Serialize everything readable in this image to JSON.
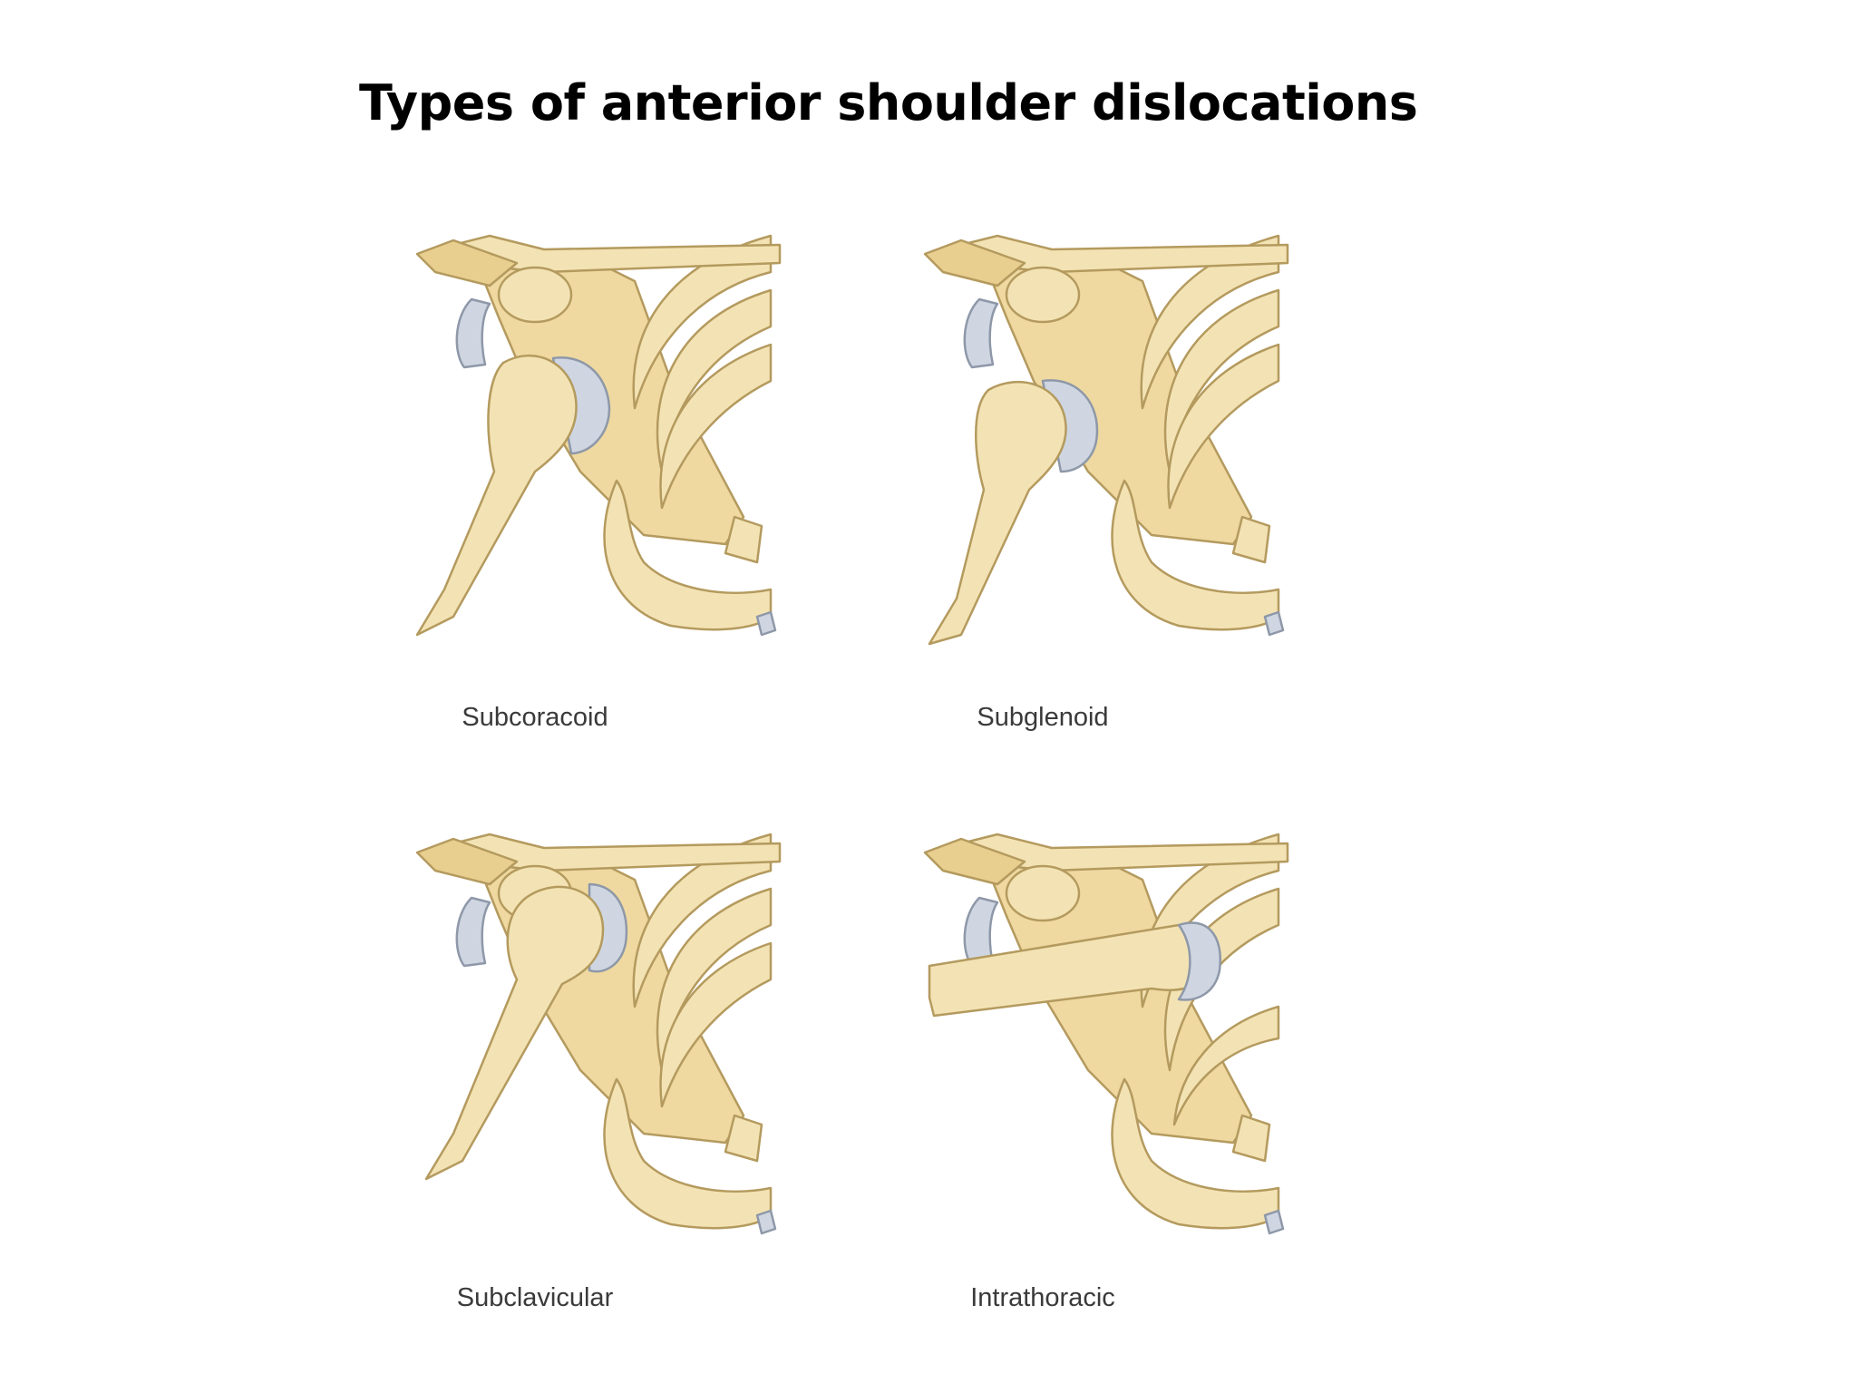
{
  "slide": {
    "title": "Types of anterior shoulder dislocations"
  },
  "panels": [
    {
      "id": "subcoracoid",
      "label": "Subcoracoid"
    },
    {
      "id": "subglenoid",
      "label": "Subglenoid"
    },
    {
      "id": "subclavicular",
      "label": "Subclavicular"
    },
    {
      "id": "intrathoracic",
      "label": "Intrathoracic"
    }
  ],
  "colors": {
    "bone": "#f3e3b4",
    "bone_shadow": "#e8cf8f",
    "bone_outline": "#b49a5e",
    "cartilage": "#cfd6e2",
    "cartilage_outline": "#8e98a8",
    "label_text": "#3a3a3a",
    "title_text": "#000000"
  }
}
